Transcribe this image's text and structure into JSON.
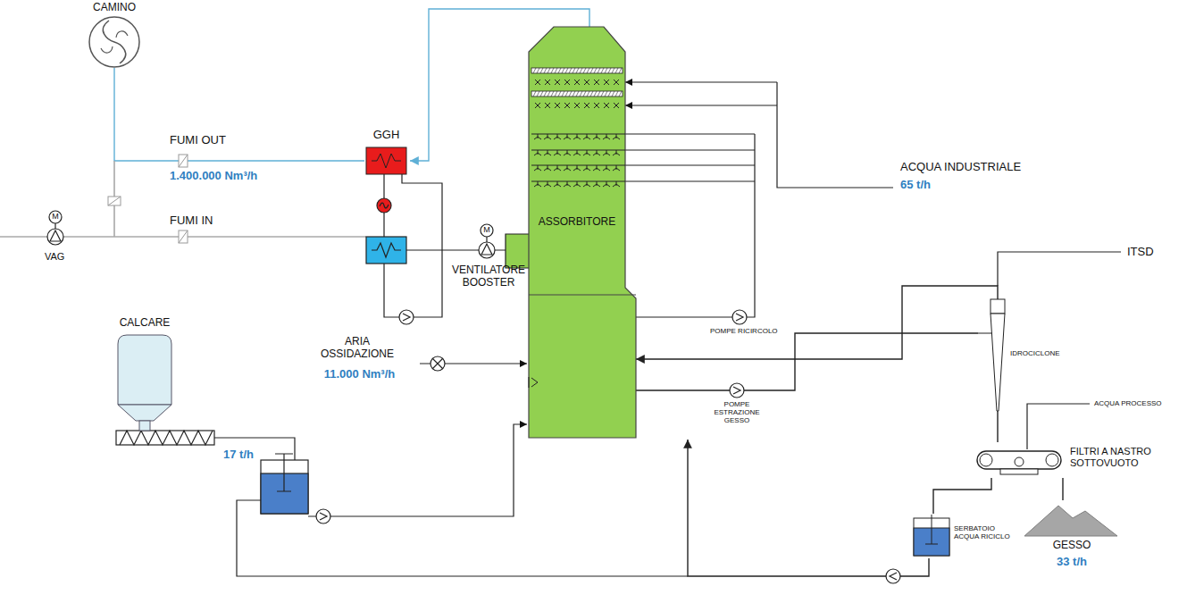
{
  "diagram": {
    "nodes": [
      {
        "text": [
          "CAMINO"
        ]
      },
      {
        "text": [
          "GGH"
        ]
      },
      {
        "text": [
          "ASSORBITORE"
        ]
      },
      {
        "text": [
          "CALCARE"
        ]
      },
      {
        "text": [
          "IDROCICLONE"
        ]
      },
      {
        "text": [
          "FILTRI A NASTRO SOTTOVUOTO"
        ]
      },
      {
        "text": [
          "SERBATOIO ACQUA RICICLO"
        ]
      },
      {
        "text": [
          "GESSO",
          "33 t/h"
        ]
      }
    ],
    "edges": [
      {
        "from": 1,
        "to": 0,
        "arrow": "none"
      },
      {
        "from": 2,
        "to": 1,
        "arrow": "to"
      },
      {
        "from": 2,
        "to": 4,
        "arrow": "none"
      },
      {
        "from": 4,
        "to": 2,
        "arrow": "to"
      },
      {
        "from": 4,
        "to": 5,
        "arrow": "none"
      },
      {
        "from": 5,
        "to": 7,
        "arrow": "none"
      },
      {
        "from": 5,
        "to": 6,
        "arrow": "none"
      },
      {
        "from": 6,
        "to": 2,
        "arrow": "to"
      }
    ],
    "labels": [
      "FUMI OUT",
      "1.400.000 Nm³/h",
      "FUMI IN",
      "VAG",
      "VENTILATORE BOOSTER",
      "ACQUA INDUSTRIALE",
      "65 t/h",
      "ITSD",
      "17 t/h",
      "ARIA OSSIDAZIONE",
      "11.000 Nm³/h",
      "POMPE RICIRCOLO",
      "POMPE ESTRAZIONE GESSO",
      "ACQUA PROCESSO",
      "M",
      "M"
    ]
  }
}
